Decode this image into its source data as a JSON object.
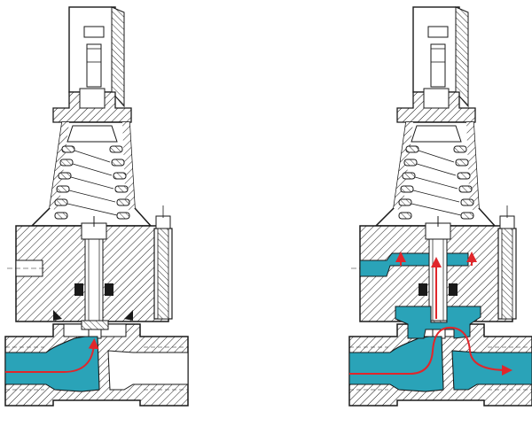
{
  "colors": {
    "line": "#1a1a1a",
    "hatch": "#1a1a1a",
    "fluid": "#2aa3b8",
    "flow_arrow": "#e0262b",
    "background": "#ffffff",
    "solid_fill": "#ffffff"
  },
  "panels": [
    {
      "state": "closed",
      "flow_path": "inlet-only"
    },
    {
      "state": "open",
      "flow_path": "inlet-to-outlet"
    }
  ],
  "icons": [
    "pressure-reducing-valve-cross-section",
    "flow-arrow"
  ]
}
